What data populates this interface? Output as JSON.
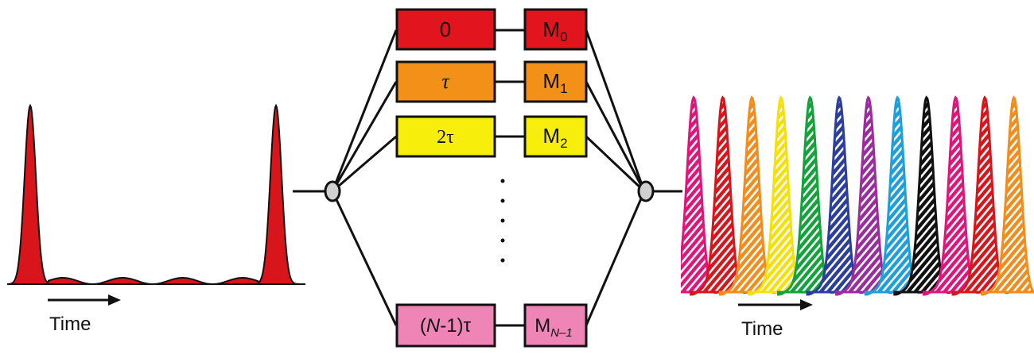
{
  "left_plot": {
    "axis_label": "Time",
    "fill_color": "#d8151b"
  },
  "right_plot": {
    "axis_label": "Time",
    "pulse_colors": [
      "#e0157a",
      "#d8151b",
      "#f28c1d",
      "#f4e00c",
      "#14a33b",
      "#2b3e9e",
      "#9a2c9d",
      "#1e9fdc",
      "#111111",
      "#e0157a",
      "#d8151b",
      "#f28c1d"
    ]
  },
  "delay_lines": [
    {
      "delay_label": "0",
      "mod_label": "M",
      "mod_sub": "0",
      "color": "#e2151e"
    },
    {
      "delay_label": "τ",
      "mod_label": "M",
      "mod_sub": "1",
      "color": "#f29018"
    },
    {
      "delay_label": "2τ",
      "mod_label": "M",
      "mod_sub": "2",
      "color": "#f8ee0c"
    },
    {
      "delay_label_pre": "(",
      "delay_label_n": "N",
      "delay_label_post": "-1)τ",
      "mod_label": "M",
      "mod_sub": "N–1",
      "color": "#ef84b7"
    }
  ],
  "splitter_color": "#d0d0d0"
}
